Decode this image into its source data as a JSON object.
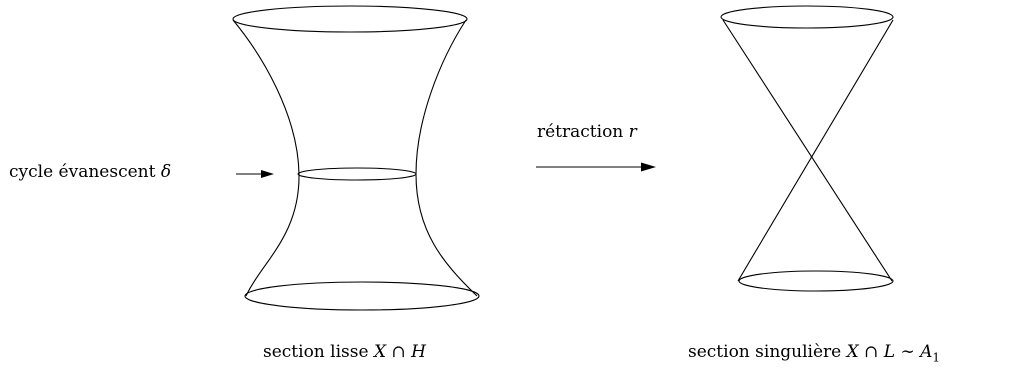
{
  "labels": {
    "vanishing_cycle_text": "cycle évanescent",
    "vanishing_cycle_symbol": "δ",
    "retraction_text": "rétraction",
    "retraction_symbol": "r",
    "left_caption_text": "section lisse",
    "left_caption_math": "X ∩ H",
    "right_caption_text": "section singulière",
    "right_caption_math": "X ∩ L ∼ A",
    "right_caption_subscript": "1"
  }
}
